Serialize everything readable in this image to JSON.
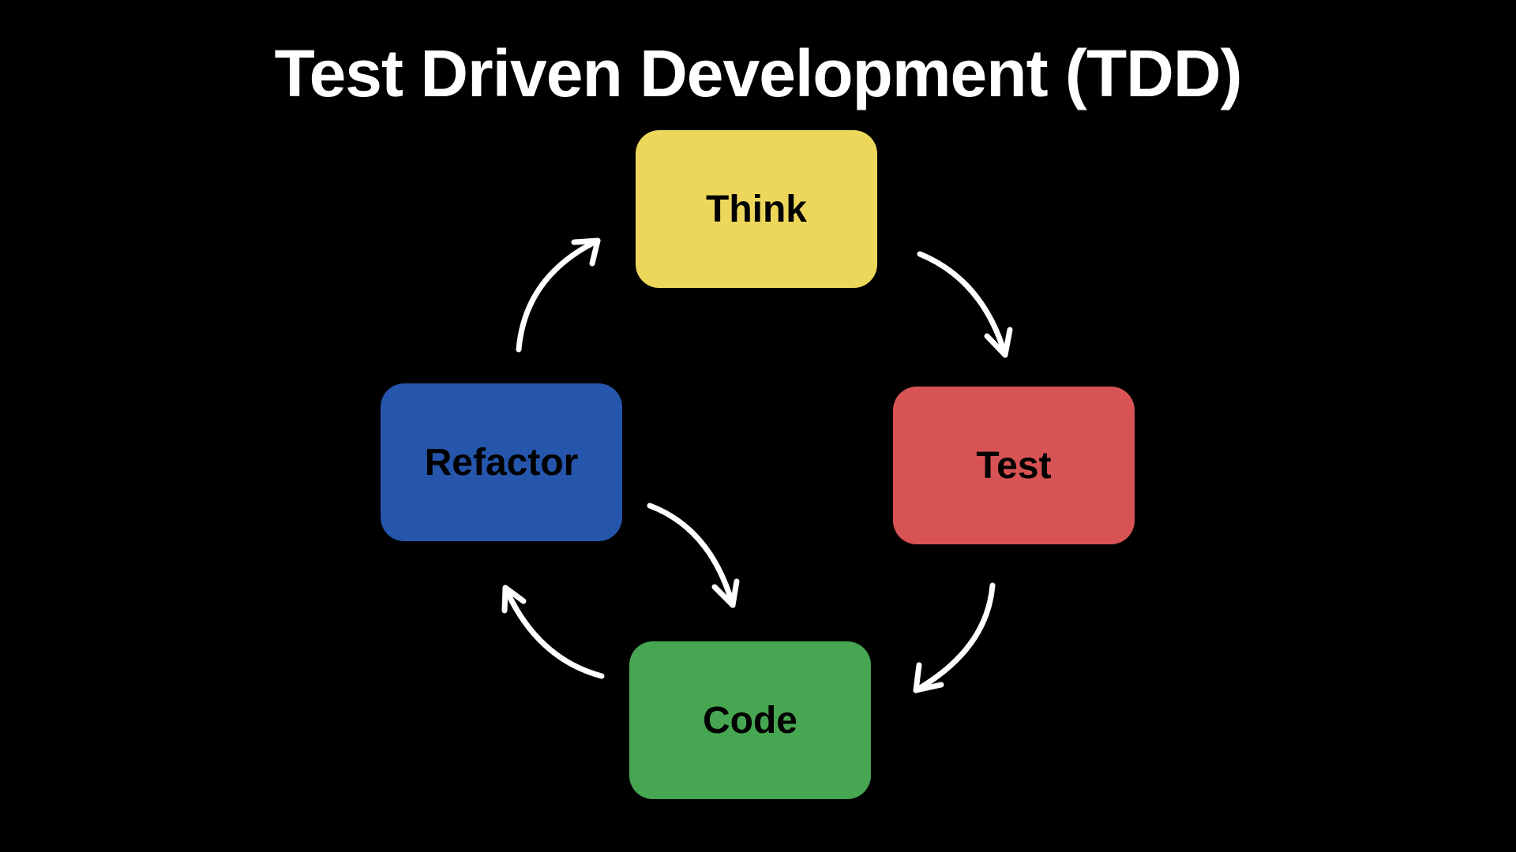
{
  "title": "Test Driven Development (TDD)",
  "nodes": {
    "think": {
      "label": "Think",
      "color": "#ecd75b"
    },
    "test": {
      "label": "Test",
      "color": "#d75354"
    },
    "code": {
      "label": "Code",
      "color": "#46a651"
    },
    "refactor": {
      "label": "Refactor",
      "color": "#2556ab"
    }
  },
  "colors": {
    "background": "#000000",
    "title": "#ffffff",
    "arrow": "#ffffff"
  }
}
